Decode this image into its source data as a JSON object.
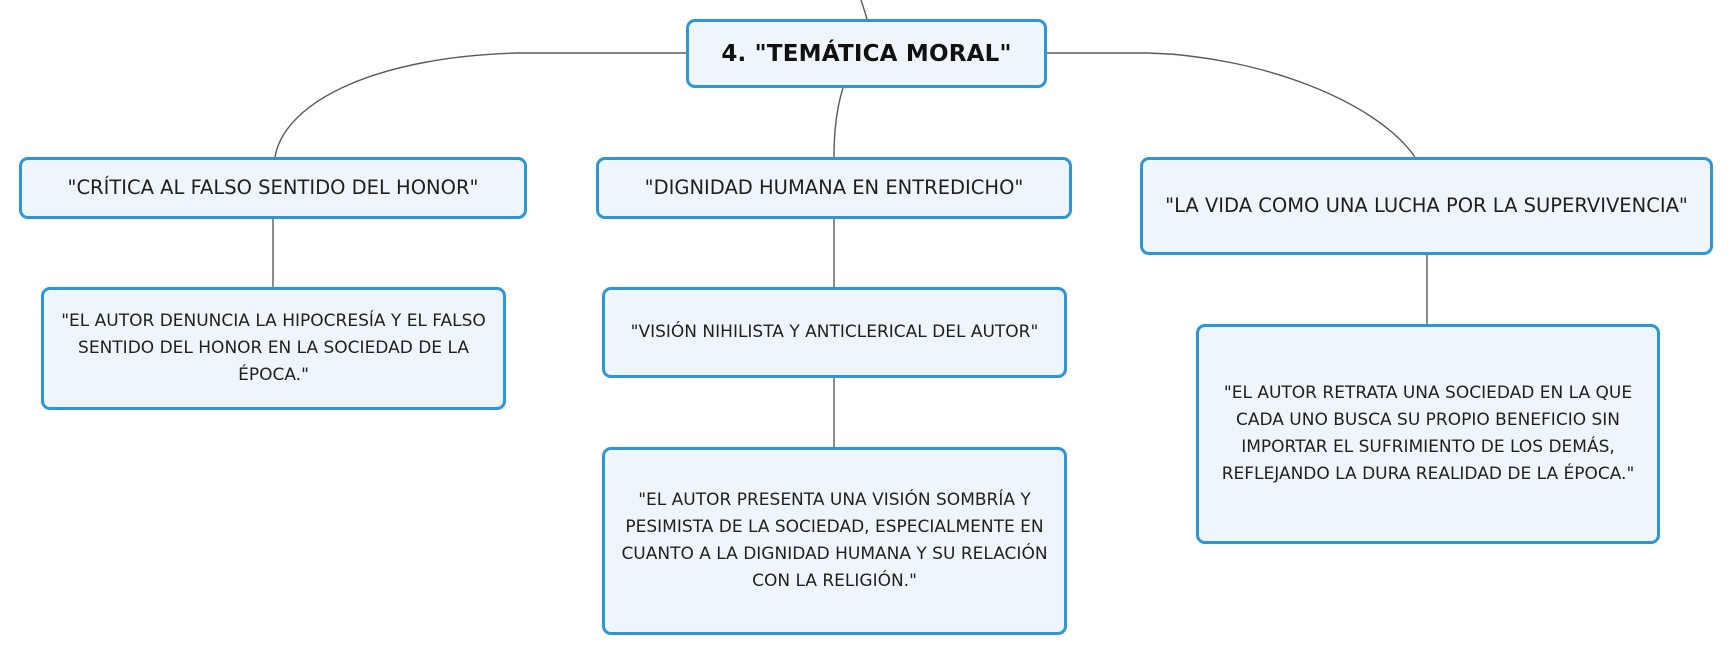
{
  "root": {
    "label": "4. \"TEMÁTICA MORAL\""
  },
  "branches": [
    {
      "label": "\"CRÍTICA AL FALSO SENTIDO DEL HONOR\"",
      "children": [
        "\"EL AUTOR DENUNCIA LA HIPOCRESÍA Y EL FALSO SENTIDO DEL HONOR EN LA SOCIEDAD DE LA ÉPOCA.\""
      ]
    },
    {
      "label": "\"DIGNIDAD HUMANA EN ENTREDICHO\"",
      "children": [
        "\"VISIÓN NIHILISTA Y ANTICLERICAL DEL AUTOR\"",
        "\"EL AUTOR PRESENTA UNA VISIÓN SOMBRÍA Y PESIMISTA DE LA SOCIEDAD, ESPECIALMENTE EN CUANTO A LA DIGNIDAD HUMANA Y SU RELACIÓN CON LA RELIGIÓN.\""
      ]
    },
    {
      "label": "\"LA VIDA COMO UNA LUCHA POR LA SUPERVIVENCIA\"",
      "children": [
        "\"EL AUTOR RETRATA UNA SOCIEDAD EN LA QUE CADA UNO BUSCA SU PROPIO BENEFICIO SIN IMPORTAR EL SUFRIMIENTO DE LOS DEMÁS, REFLEJANDO LA DURA REALIDAD DE LA ÉPOCA.\""
      ]
    }
  ],
  "colors": {
    "node_border": "#2e95d6",
    "node_fill": "#eef6fc",
    "connector": "#5a5a5a"
  }
}
